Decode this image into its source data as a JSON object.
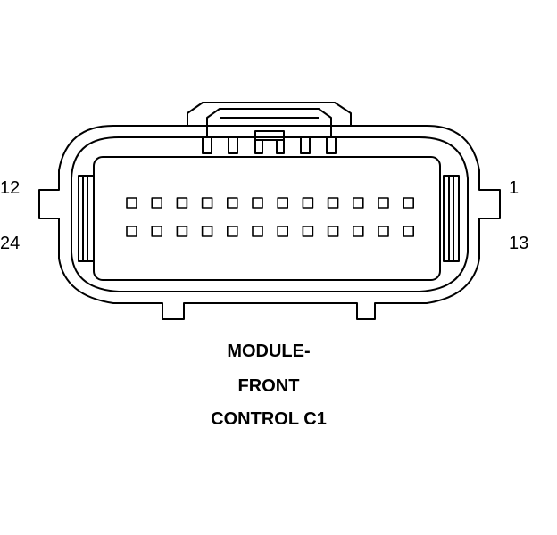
{
  "connector": {
    "pin_labels": {
      "top_left": "12",
      "top_right": "1",
      "bottom_left": "24",
      "bottom_right": "13"
    },
    "rows": 2,
    "pins_per_row": 12,
    "caption_lines": [
      "MODULE-",
      "FRONT",
      "CONTROL C1"
    ]
  },
  "colors": {
    "stroke": "#000000",
    "background": "#ffffff"
  }
}
